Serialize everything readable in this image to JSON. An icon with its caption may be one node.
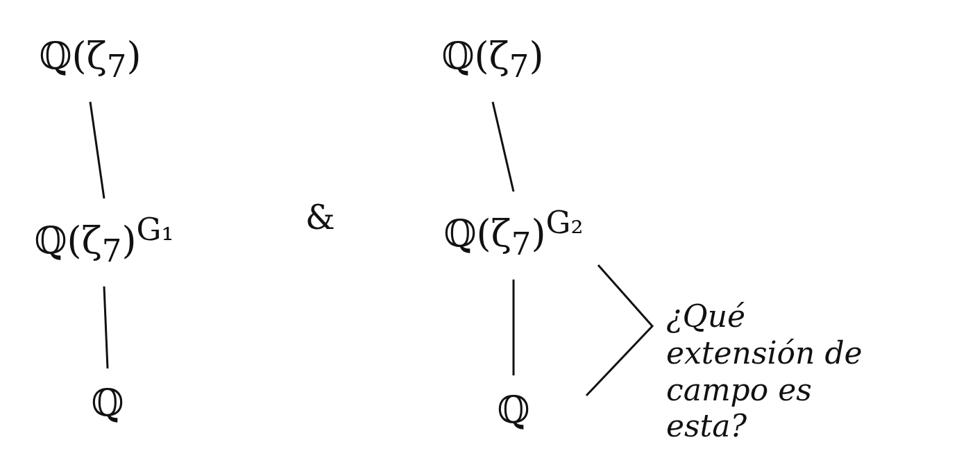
{
  "diagram": {
    "nodes": [
      {
        "text": [
          "ℚ(ζ$_{7}$)"
        ]
      },
      {
        "text": [
          "ℚ(ζ$_{7}$)$^{G₁}$"
        ]
      },
      {
        "text": [
          "ℚ"
        ]
      },
      {
        "text": [
          "ℚ(ζ$_{7}$)"
        ]
      },
      {
        "text": [
          "ℚ(ζ$_{7}$)$^{G₂}$"
        ]
      },
      {
        "text": [
          "ℚ"
        ]
      }
    ],
    "edges": [
      {
        "from": 0,
        "to": 1,
        "arrow": "none"
      },
      {
        "from": 1,
        "to": 2,
        "arrow": "none"
      },
      {
        "from": 3,
        "to": 4,
        "arrow": "none"
      },
      {
        "from": 4,
        "to": 5,
        "arrow": "none"
      }
    ],
    "labels": [
      "&",
      "¿Qué extensión de campo es esta?"
    ]
  }
}
